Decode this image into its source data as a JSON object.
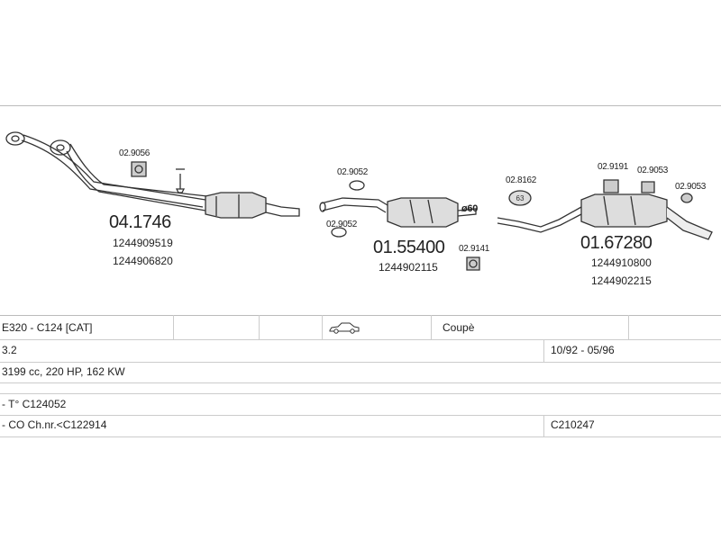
{
  "parts": {
    "front_pipe": {
      "number": "04.1746",
      "oem1": "1244909519",
      "oem2": "1244906820"
    },
    "clamp_front": {
      "number": "02.9056"
    },
    "mid_muffler": {
      "number": "01.55400",
      "oem": "1244902115"
    },
    "ring_top": {
      "number": "02.9052"
    },
    "ring_bottom": {
      "number": "02.9052"
    },
    "diameter": {
      "label": "ø60"
    },
    "mid_clamp": {
      "number": "02.9141"
    },
    "gasket": {
      "number": "02.8162"
    },
    "rear_muffler": {
      "number": "01.67280",
      "oem1": "1244910800",
      "oem2": "1244902215"
    },
    "hanger_a": {
      "number": "02.9191"
    },
    "hanger_b": {
      "number": "02.9053"
    },
    "hanger_c": {
      "number": "02.9053"
    }
  },
  "table": {
    "model": "E320 - C124  [CAT]",
    "body_type": "Coupè",
    "engine": "3.2",
    "years": "10/92 - 05/96",
    "specs": "3199 cc, 220 HP, 162 KW",
    "note1": "- T° C124052",
    "note2": "- CO Ch.nr.<C122914",
    "code": "C210247"
  }
}
